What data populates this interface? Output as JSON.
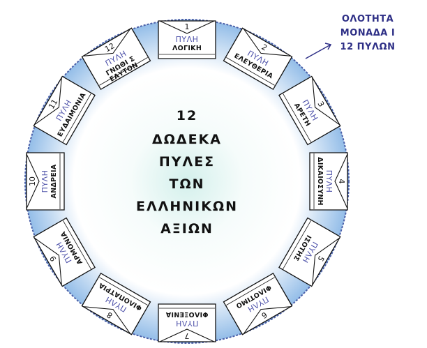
{
  "corner_label": [
    "ΟΛΟΤΗΤΑ",
    "ΜΟΝΑΔΑ Ι",
    "12 ΠΥΛΩΝ"
  ],
  "center_text": [
    "12",
    "ΔΩΔΕΚΑ",
    "ΠΥΛΕΣ",
    "ΤΩΝ",
    "ΕΛΛΗΝΙΚΩΝ",
    "ΑΞΙΩΝ"
  ],
  "gates": [
    {
      "num": "1",
      "title": "ΠΥΛΗ",
      "name": [
        "ΛΟΓΙΚΗ"
      ]
    },
    {
      "num": "2",
      "title": "ΠΥΛΗ",
      "name": [
        "ΕΛΕΥΘΕΡΙΑ"
      ]
    },
    {
      "num": "3",
      "title": "ΠΥΛΗ",
      "name": [
        "ΑΡΕΤΗ"
      ]
    },
    {
      "num": "4",
      "title": "ΠΥΛΗ",
      "name": [
        "ΔΙΚΑΙΟΣΥΝΗ"
      ]
    },
    {
      "num": "5",
      "title": "ΠΥΛΗ",
      "name": [
        "ΙΣΟΤΗΣ"
      ]
    },
    {
      "num": "6",
      "title": "ΠΥΛΗ",
      "name": [
        "ΦΙΛΟΤΙΜΟ"
      ]
    },
    {
      "num": "7",
      "title": "ΠΥΛΗ",
      "name": [
        "ΦΙΛΟΞΕΝΙΑ"
      ]
    },
    {
      "num": "8",
      "title": "ΠΥΛΗ",
      "name": [
        "ΦΙΛΟΠΑΤΡΙΑ"
      ]
    },
    {
      "num": "9",
      "title": "ΠΥΛΗ",
      "name": [
        "ΑΡΜΟΝΙΑ"
      ]
    },
    {
      "num": "10",
      "title": "ΠΥΛΗ",
      "name": [
        "ΑΝΔΡΕΙΑ"
      ]
    },
    {
      "num": "11",
      "title": "ΠΥΛΗ",
      "name": [
        "ΕΥΔΑΙΜΟΝΙΑ"
      ]
    },
    {
      "num": "12",
      "title": "ΠΥΛΗ",
      "name": [
        "ΓΝΩΘΙ Σ",
        "ΕΑΥΤΟΝ"
      ]
    }
  ],
  "colors": {
    "circle_center": "#d4f0ec",
    "circle_edge": "#93bde8",
    "circle_border": "#4a5fa8",
    "gate_fill": "#ffffff",
    "gate_stroke": "#111111",
    "title_text": "#4b4fa8",
    "corner_text": "#2e2f86",
    "arrow": "#2e2f86"
  }
}
